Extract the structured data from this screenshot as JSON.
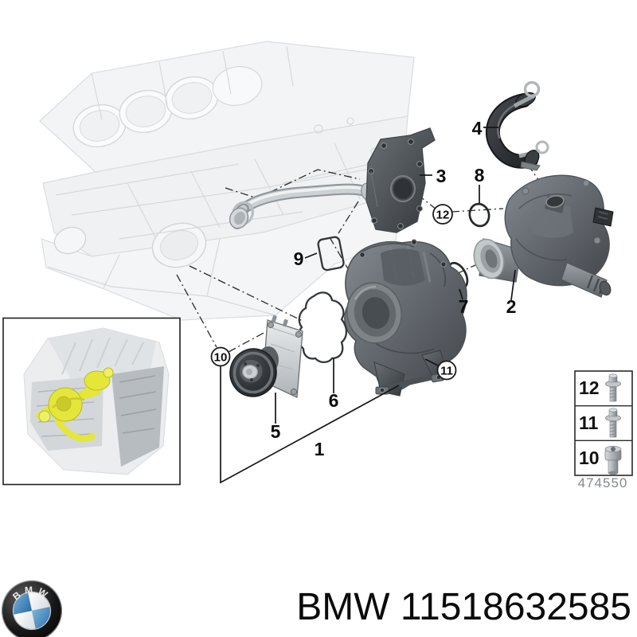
{
  "diagram": {
    "callouts": {
      "c1": "1",
      "c2": "2",
      "c3": "3",
      "c4": "4",
      "c5": "5",
      "c6": "6",
      "c7": "7",
      "c8": "8",
      "c9": "9",
      "c10": "10",
      "c11": "11",
      "c12": "12"
    },
    "highlight_color": "#e4e63a"
  },
  "legend": {
    "items": [
      {
        "number": "12",
        "icon": "flange-bolt-icon"
      },
      {
        "number": "11",
        "icon": "flange-bolt-icon"
      },
      {
        "number": "10",
        "icon": "socket-head-bolt-icon"
      }
    ],
    "diagram_code": "474550"
  },
  "footer": {
    "logo_text": "BMW",
    "title": "BMW 11518632585",
    "brand_blue": "#3d86c2",
    "logo_icon": "bmw-roundel-icon"
  }
}
